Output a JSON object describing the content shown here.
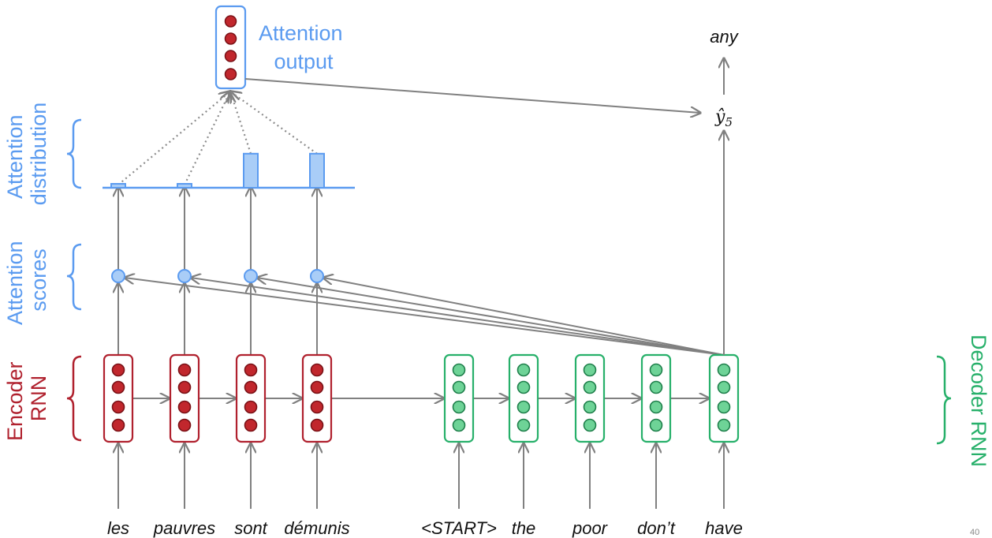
{
  "labels": {
    "attention_output": [
      "Attention",
      "output"
    ],
    "attention_distribution": [
      "Attention",
      "distribution"
    ],
    "attention_scores": [
      "Attention",
      "scores"
    ],
    "encoder_rnn": [
      "Encoder",
      "RNN"
    ],
    "decoder_rnn": "Decoder RNN"
  },
  "source_words": [
    "les",
    "pauvres",
    "sont",
    "démunis"
  ],
  "target_words": [
    "<START>",
    "the",
    "poor",
    "don’t",
    "have"
  ],
  "output_word": "any",
  "yhat_base": "ŷ",
  "yhat_sub": "5",
  "attention_weights": [
    0.08,
    0.08,
    0.9,
    0.9
  ],
  "page_number": "40",
  "colors": {
    "blue": "#5b9bf0",
    "blue_fill": "#a9cdf7",
    "red": "#b0212e",
    "red_dot": "#c1272d",
    "green": "#27b06a",
    "green_dot": "#6ed397",
    "arrow": "#808080"
  }
}
